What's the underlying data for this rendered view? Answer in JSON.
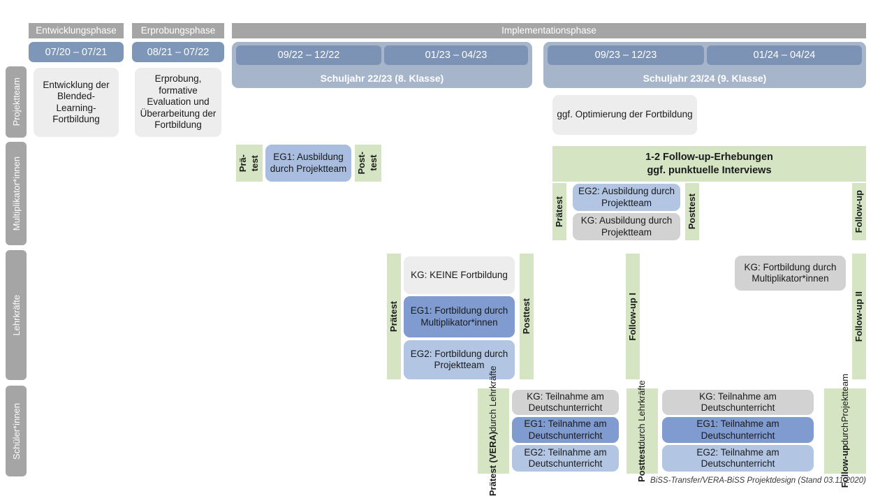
{
  "meta": {
    "footer": "BiSS-Transfer/VERA-BiSS Projektdesign (Stand 03.11.2020)"
  },
  "colors": {
    "band_grey": "#a5a5a5",
    "date_blue": "#7e96b8",
    "schoolyear_blue": "#a7b5cb",
    "box_grey_light": "#ededed",
    "box_grey_mid": "#d2d2d2",
    "box_blue_dark": "#7f9bd0",
    "box_blue_mid": "#a8bde0",
    "box_blue_light": "#b2c6e4",
    "green": "#d5e4c3"
  },
  "phases": [
    {
      "label": "Entwicklungsphase"
    },
    {
      "label": "Erprobungsphase"
    },
    {
      "label": "Implementationsphase"
    }
  ],
  "dates": {
    "entwicklung": "07/20 – 07/21",
    "erprobung": "08/21 – 07/22",
    "sj2223_a": "09/22 – 12/22",
    "sj2223_b": "01/23 – 04/23",
    "sj2324_a": "09/23 – 12/23",
    "sj2324_b": "01/24 – 04/24"
  },
  "schoolyears": {
    "sj2223": "Schuljahr 22/23 (8. Klasse)",
    "sj2324": "Schuljahr 23/24 (9. Klasse)"
  },
  "rows": [
    {
      "label": "Projektteam"
    },
    {
      "label": "Multiplikator*innen"
    },
    {
      "label": "Lehrkräfte"
    },
    {
      "label": "Schüler*innen"
    }
  ],
  "projektteam": {
    "entwicklung": "Entwicklung der Blended-Learning-Fortbildung",
    "erprobung": "Erprobung, formative Evaluation und Überarbeitung der Fortbildung",
    "optimierung": "ggf. Optimierung der Fortbildung"
  },
  "multiplikatoren": {
    "praetest_line1": "Prä-",
    "praetest_line2": "test",
    "eg1": "EG1: Ausbildung durch Projektteam",
    "posttest_line1": "Post-",
    "posttest_line2": "test",
    "followup_banner_line1": "1-2 Follow-up-Erhebungen",
    "followup_banner_line2": "ggf. punktuelle Interviews",
    "praetest2": "Prätest",
    "eg2": "EG2: Ausbildung durch Projektteam",
    "kg": "KG: Ausbildung durch Projektteam",
    "posttest2": "Posttest",
    "followup": "Follow-up"
  },
  "lehrkraefte": {
    "praetest": "Prätest",
    "kg": "KG:  KEINE Fortbildung",
    "eg1": "EG1: Fortbildung durch Multiplikator*innen",
    "eg2": "EG2: Fortbildung durch Projektteam",
    "posttest": "Posttest",
    "followup1": "Follow-up I",
    "kg2": "KG: Fortbildung durch Multiplikator*innen",
    "followup2": "Follow-up II"
  },
  "schueler": {
    "praetest_bold": "Prätest (VERA)",
    "praetest_sub": "durch Lehrkräfte",
    "kg1": "KG: Teilnahme am Deutschunterricht",
    "eg1_1": "EG1: Teilnahme am Deutschunterricht",
    "eg2_1": "EG2: Teilnahme am Deutschunterricht",
    "posttest_bold": "Posttest",
    "posttest_sub": "durch Lehrkräfte",
    "kg2": "KG: Teilnahme am Deutschunterricht",
    "eg1_2": "EG1: Teilnahme am Deutschunterricht",
    "eg2_2": "EG2: Teilnahme am Deutschunterricht",
    "followup_bold": "Follow-up",
    "followup_sub1": "durch",
    "followup_sub2": "Projektteam"
  }
}
